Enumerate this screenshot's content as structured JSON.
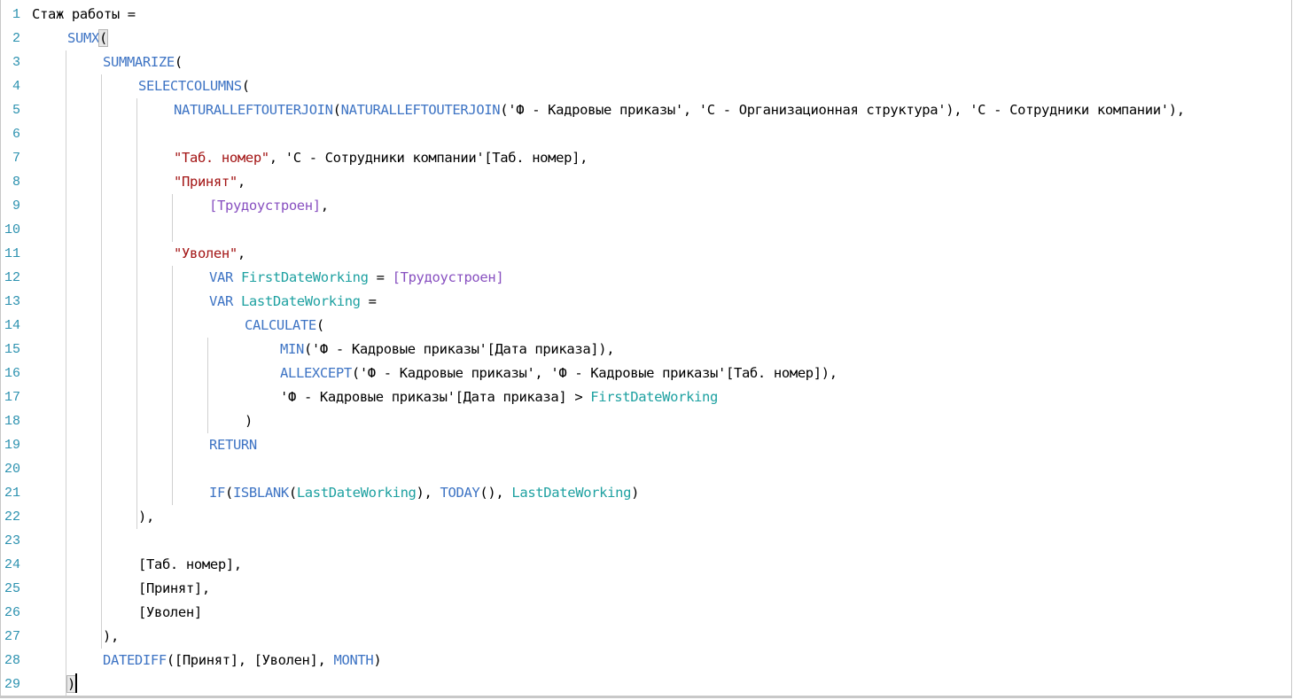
{
  "editor": {
    "line_numbers": [
      "1",
      "2",
      "3",
      "4",
      "5",
      "6",
      "7",
      "8",
      "9",
      "10",
      "11",
      "12",
      "13",
      "14",
      "15",
      "16",
      "17",
      "18",
      "19",
      "20",
      "21",
      "22",
      "23",
      "24",
      "25",
      "26",
      "27",
      "28",
      "29"
    ],
    "lines": [
      "Стаж работы =",
      "SUMX(",
      "SUMMARIZE(",
      "SELECTCOLUMNS(",
      "NATURALLEFTOUTERJOIN(NATURALLEFTOUTERJOIN('Ф - Кадровые приказы', 'С - Организационная структура'), 'С - Сотрудники компании'),",
      "",
      "\"Таб. номер\", 'С - Сотрудники компании'[Таб. номер],",
      "\"Принят\",",
      "[Трудоустроен],",
      "",
      "\"Уволен\",",
      "VAR FirstDateWorking = [Трудоустроен]",
      "VAR LastDateWorking =",
      "CALCULATE(",
      "MIN('Ф - Кадровые приказы'[Дата приказа]),",
      "ALLEXCEPT('Ф - Кадровые приказы', 'Ф - Кадровые приказы'[Таб. номер]),",
      "'Ф - Кадровые приказы'[Дата приказа] > FirstDateWorking",
      ")",
      "RETURN",
      "",
      "IF(ISBLANK(LastDateWorking), TODAY(), LastDateWorking)",
      "),",
      "",
      "[Таб. номер],",
      "[Принят],",
      "[Уволен]",
      "),",
      "DATEDIFF([Принят], [Уволен], MONTH)",
      ")"
    ]
  },
  "colors": {
    "line_number": "#2b91af",
    "keyword": "#3e74c4",
    "string": "#a31515",
    "measure": "#8850c0",
    "variable": "#1ea1a1",
    "text": "#000000"
  }
}
